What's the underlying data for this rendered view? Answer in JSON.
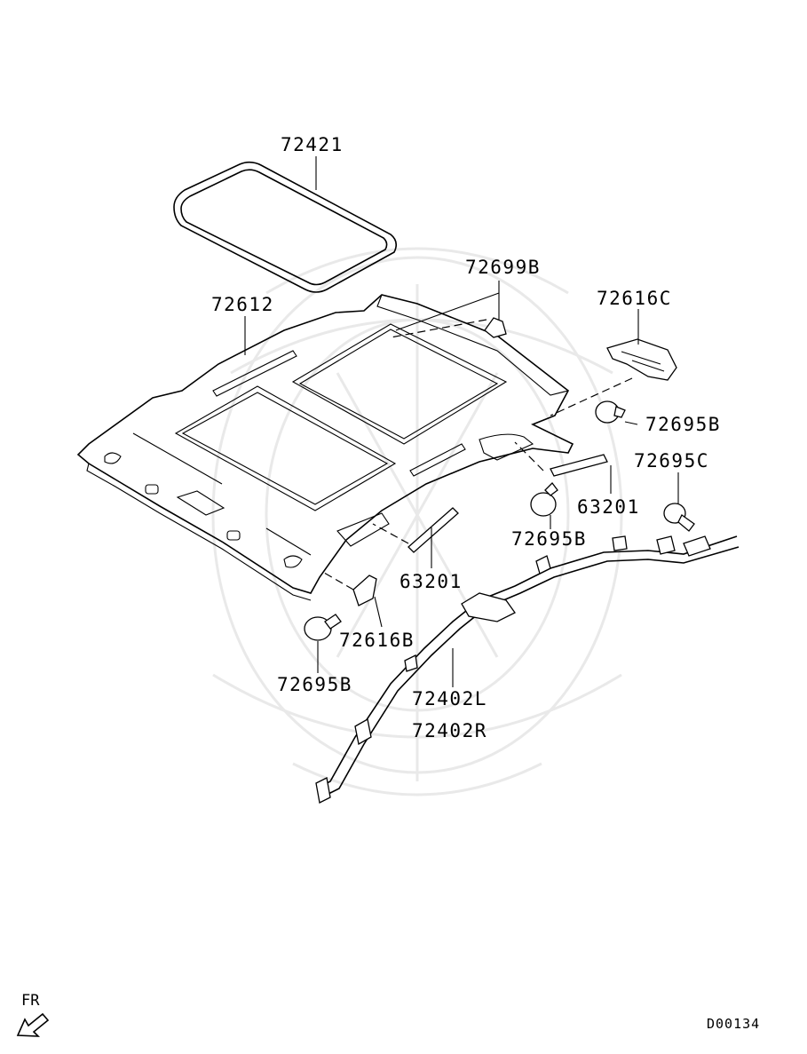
{
  "diagram": {
    "labels": {
      "sunroof_seal": "72421",
      "headliner": "72612",
      "clip_top": "72699B",
      "bracket_rear": "72616C",
      "clip_rear": "72695B",
      "clip_c": "72695C",
      "grip_rear": "63201",
      "clip_mid": "72695B",
      "grip_front": "63201",
      "bracket_front": "72616B",
      "clip_front": "72695B",
      "airbag_l": "72402L",
      "airbag_r": "72402R"
    },
    "direction": "FR",
    "code": "D00134"
  }
}
